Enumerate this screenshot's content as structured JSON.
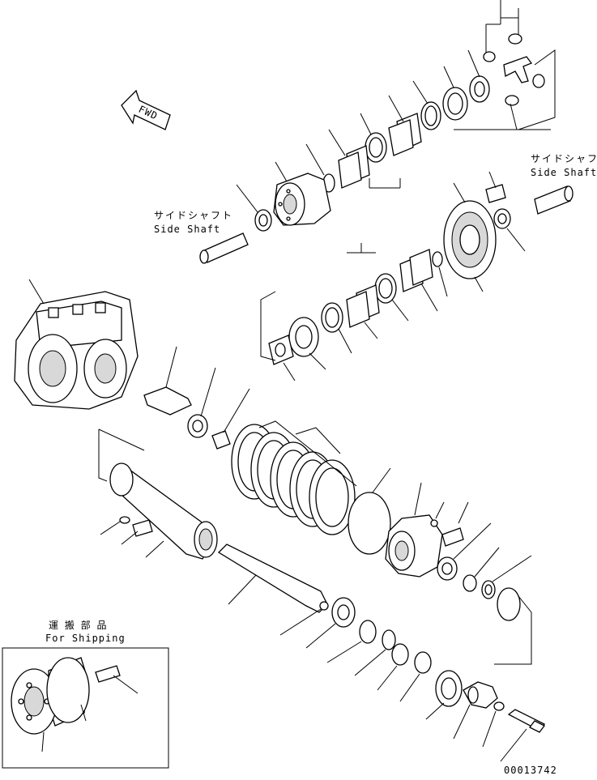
{
  "labels": {
    "fwd": "FWD",
    "side_shaft_jp": "サイドシャフト",
    "side_shaft_en": "Side Shaft",
    "side_shaft_jp_right": "サイドシャフト",
    "side_shaft_en_right": "Side Shaft",
    "shipping_jp": "運 搬 部 品",
    "shipping_en": "For Shipping",
    "drawing_number": "00013742"
  }
}
